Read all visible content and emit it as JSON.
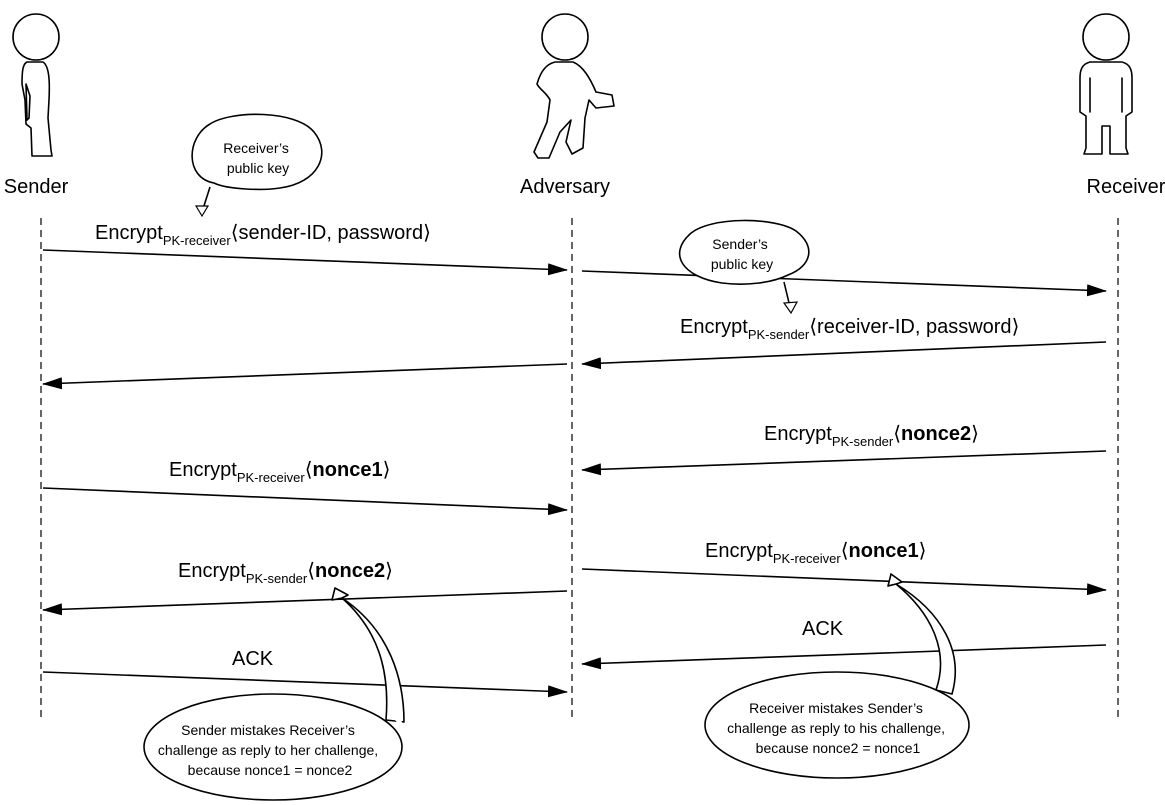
{
  "actors": {
    "sender": "Sender",
    "adversary": "Adversary",
    "receiver": "Receiver"
  },
  "messages": {
    "m1": {
      "pre": "Encrypt",
      "sub": "PK-receiver",
      "body": "sender-ID, password",
      "bold": false
    },
    "m2": {
      "pre": "Encrypt",
      "sub": "PK-sender",
      "body": "receiver-ID, password",
      "bold": false
    },
    "m3": {
      "pre": "Encrypt",
      "sub": "PK-sender",
      "body": "nonce2",
      "bold": true
    },
    "m4": {
      "pre": "Encrypt",
      "sub": "PK-receiver",
      "body": "nonce1",
      "bold": true
    },
    "m5": {
      "pre": "Encrypt",
      "sub": "PK-sender",
      "body": "nonce2",
      "bold": true
    },
    "m6": {
      "pre": "Encrypt",
      "sub": "PK-receiver",
      "body": "nonce1",
      "bold": true
    },
    "ack_left": "ACK",
    "ack_right": "ACK"
  },
  "callouts": {
    "receiver_key": [
      "Receiver’s",
      "public key"
    ],
    "sender_key": [
      "Sender’s",
      "public key"
    ],
    "sender_mistake": [
      "Sender mistakes Receiver’s",
      "challenge as reply to her challenge,",
      "because nonce1 = nonce2"
    ],
    "receiver_mistake": [
      "Receiver mistakes Sender’s",
      "challenge as reply to his challenge,",
      "because nonce2 = nonce1"
    ]
  },
  "brackets": {
    "open": "⟨",
    "close": "⟩"
  }
}
